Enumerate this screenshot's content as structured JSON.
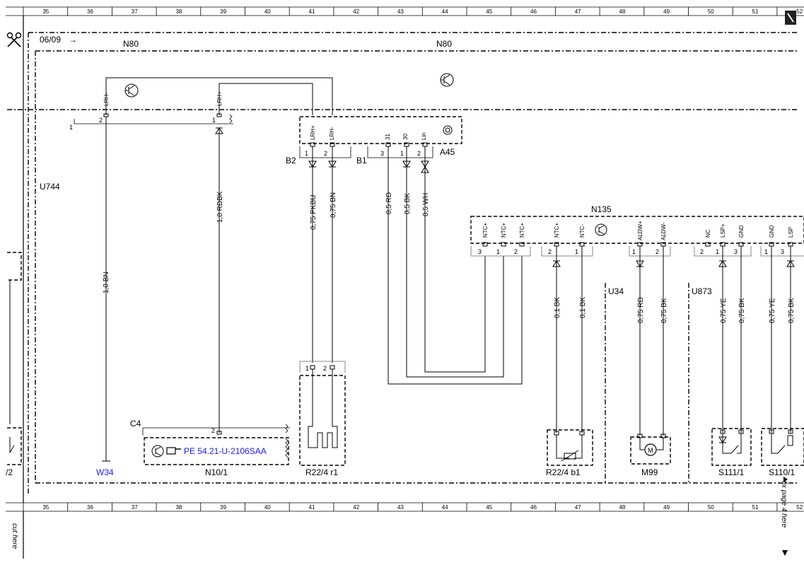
{
  "ruler": {
    "top": [
      "35",
      "36",
      "37",
      "38",
      "39",
      "40",
      "41",
      "42",
      "43",
      "44",
      "45",
      "46",
      "47",
      "48",
      "49",
      "50",
      "51",
      "52"
    ],
    "bottom": [
      "35",
      "36",
      "37",
      "38",
      "39",
      "40",
      "41",
      "42",
      "43",
      "44",
      "45",
      "46",
      "47",
      "48",
      "49",
      "50",
      "51",
      "52"
    ]
  },
  "header": {
    "date": "06/09",
    "arrow": "→"
  },
  "labels": {
    "n80_left": "N80",
    "n80_right": "N80",
    "u744": "U744",
    "a45": "A45",
    "b2": "B2",
    "b1": "B1",
    "n135": "N135",
    "u34": "U34",
    "u873": "U873",
    "c4": "C4",
    "n10_1": "N10/1",
    "r22_4_r1": "R22/4  r1",
    "r22_4_b1": "R22/4  b1",
    "m99": "M99",
    "s111_1": "S111/1",
    "s110_1": "S110/1",
    "left_cut": "/2",
    "w34": "W34",
    "node1": "1",
    "m_symbol": "M",
    "pe_link": "PE 54.21-U-2106SAA"
  },
  "signals": {
    "lrh_minus": "LRH-",
    "lrh_plus": "LRH+",
    "s31": "31",
    "s30": "30",
    "lin": "Lin",
    "ntc_plus": "NTC+",
    "ntc_minus": "NTC-",
    "aldw_plus": "ALDW+",
    "aldw_minus": "ALDW-",
    "nc": "NC",
    "lsp_plus": "LSP+",
    "gnd": "GND",
    "lsp": "LSP"
  },
  "pins": {
    "p1": "1",
    "p2": "2",
    "p3": "3"
  },
  "wires": {
    "w_1_0_bn": "1,0 BN",
    "w_1_0_rdbk": "1,0 RDBK",
    "w_075_pkbu": "0,75 PKBU",
    "w_075_bn": "0,75 BN",
    "w_05_rd": "0,5 RD",
    "w_05_bk": "0,5 BK",
    "w_05_wh": "0,5 WH",
    "w_01_bk_a": "0,1 BK",
    "w_01_bk_b": "0,1 BK",
    "w_075_rd": "0,75 RD",
    "w_075_bk_a": "0,75 BK",
    "w_075_ye_a": "0,75 YE",
    "w_075_bk_b": "0,75 BK",
    "w_075_ye_b": "0,75 YE",
    "w_075_bk_c": "0,75 BK"
  },
  "margin_notes": {
    "cut_here": "cut here",
    "fix_page": "fix page 4 here"
  },
  "icons": [
    "scissors-icon",
    "pencil-icon",
    "transistor-icon",
    "antenna-icon",
    "motor-icon",
    "hand-pointer-icon",
    "connector-arrow-icon"
  ]
}
